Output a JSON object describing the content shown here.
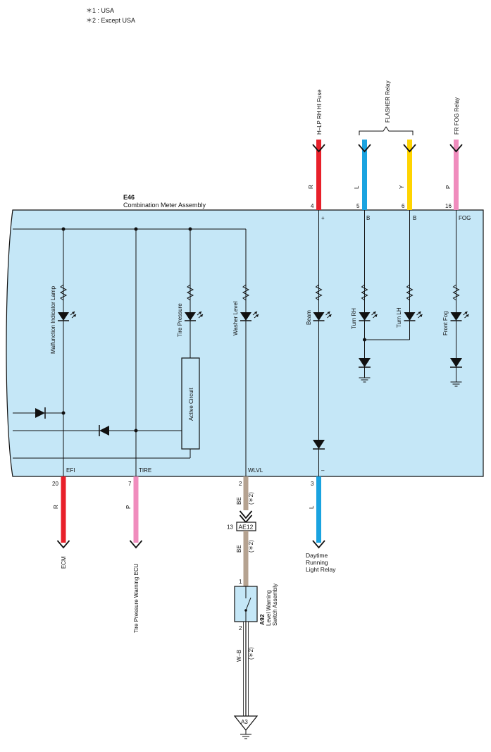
{
  "notes": [
    "＊1 : USA",
    "＊2 : Except USA"
  ],
  "meter": {
    "code": "E46",
    "name": "Combination Meter Assembly"
  },
  "top_connections": [
    {
      "pin": "4",
      "terminal": "+",
      "wire_color": "R",
      "destination": "H–LP RH HI Fuse",
      "color_hex": "#e8202a"
    },
    {
      "pin": "5",
      "terminal": "B",
      "wire_color": "L",
      "destination": "",
      "color_hex": "#1aa3e0"
    },
    {
      "pin": "6",
      "terminal": "B",
      "wire_color": "Y",
      "destination": "",
      "color_hex": "#ffd400"
    },
    {
      "pin": "16",
      "terminal": "FOG",
      "wire_color": "P",
      "destination": "FR FOG Relay",
      "color_hex": "#f08cbd"
    }
  ],
  "flasher_relay_label": "FLASHER Relay",
  "lamps": {
    "malfunction": "Malfunction Indicator Lamp",
    "tire_pressure": "Tire Pressure",
    "washer_level": "Washer Level",
    "beam": "Beam",
    "turn_rh": "Turn RH",
    "turn_lh": "Turn LH",
    "front_fog": "Front Fog"
  },
  "active_circuit": "Active Circuit",
  "bottom_connections": [
    {
      "pin": "20",
      "terminal": "EFI",
      "wire_color": "R",
      "destination": "ECM",
      "color_hex": "#e8202a"
    },
    {
      "pin": "7",
      "terminal": "TIRE",
      "wire_color": "P",
      "destination": "Tire Pressure Warning ECU",
      "color_hex": "#f08cbd"
    },
    {
      "pin": "2",
      "terminal": "WLVL",
      "wire_color": "BE",
      "note": "(＊2)",
      "color_hex": "#b5a290"
    },
    {
      "pin": "3",
      "terminal": "–",
      "wire_color": "L",
      "destination_lines": [
        "Daytime",
        "Running",
        "Light Relay"
      ],
      "color_hex": "#1aa3e0"
    }
  ],
  "junction": {
    "pin": "13",
    "code": "AE12"
  },
  "lower_wire": {
    "wire_color": "BE",
    "note": "(＊2)"
  },
  "switch": {
    "code": "A92",
    "name_lines": [
      "Level Warning",
      "Switch Assembly"
    ],
    "pin_top": "1",
    "pin_bottom": "2"
  },
  "ground_wire": {
    "wire_color": "W–B",
    "note": "(＊2)"
  },
  "ground_point": "A3",
  "colors": {
    "meter_fill": "#c5e7f7",
    "wire_beige": "#b5a290"
  }
}
